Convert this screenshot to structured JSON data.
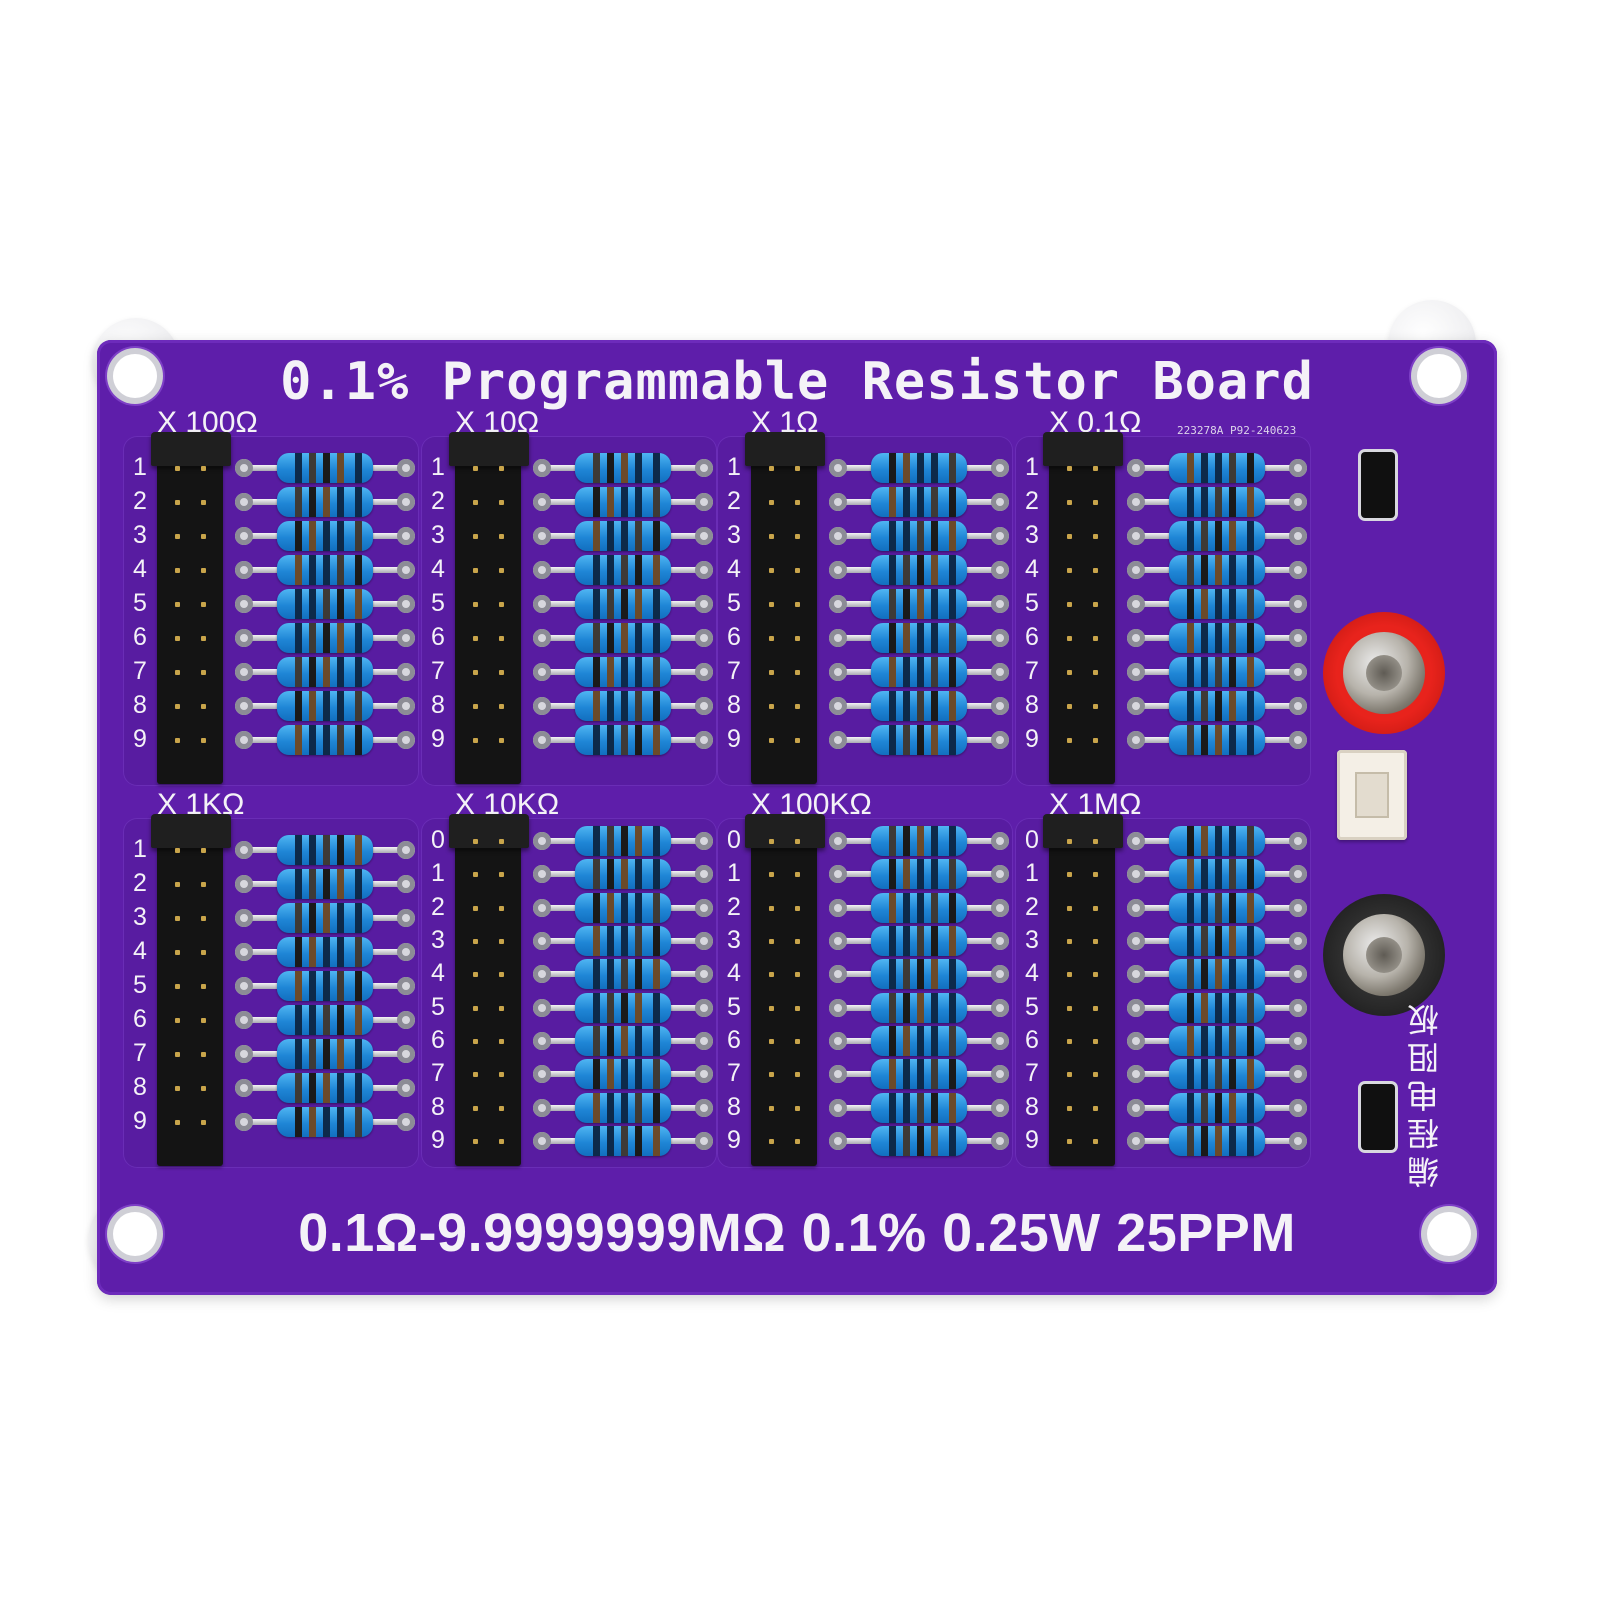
{
  "board": {
    "title": "0.1% Programmable Resistor Board",
    "serial": "223278A_P92-240623",
    "footer": "0.1Ω-9.9999999MΩ  0.1%  0.25W 25PPM",
    "vertical_label": "编程电阻板",
    "color": "#5e1eaa"
  },
  "decades": [
    {
      "label": "X 100Ω",
      "rows": [
        "1",
        "2",
        "3",
        "4",
        "5",
        "6",
        "7",
        "8",
        "9"
      ]
    },
    {
      "label": "X 10Ω",
      "rows": [
        "1",
        "2",
        "3",
        "4",
        "5",
        "6",
        "7",
        "8",
        "9"
      ]
    },
    {
      "label": "X 1Ω",
      "rows": [
        "1",
        "2",
        "3",
        "4",
        "5",
        "6",
        "7",
        "8",
        "9"
      ]
    },
    {
      "label": "X 0.1Ω",
      "rows": [
        "1",
        "2",
        "3",
        "4",
        "5",
        "6",
        "7",
        "8",
        "9"
      ]
    },
    {
      "label": "X 1KΩ",
      "rows": [
        "1",
        "2",
        "3",
        "4",
        "5",
        "6",
        "7",
        "8",
        "9"
      ]
    },
    {
      "label": "X 10KΩ",
      "rows": [
        "0",
        "1",
        "2",
        "3",
        "4",
        "5",
        "6",
        "7",
        "8",
        "9"
      ]
    },
    {
      "label": "X 100KΩ",
      "rows": [
        "0",
        "1",
        "2",
        "3",
        "4",
        "5",
        "6",
        "7",
        "8",
        "9"
      ]
    },
    {
      "label": "X 1MΩ",
      "rows": [
        "0",
        "1",
        "2",
        "3",
        "4",
        "5",
        "6",
        "7",
        "8",
        "9"
      ]
    }
  ],
  "terminals": [
    {
      "name": "red-binding-post",
      "color": "#e8231c"
    },
    {
      "name": "black-binding-post",
      "color": "#151515"
    }
  ]
}
